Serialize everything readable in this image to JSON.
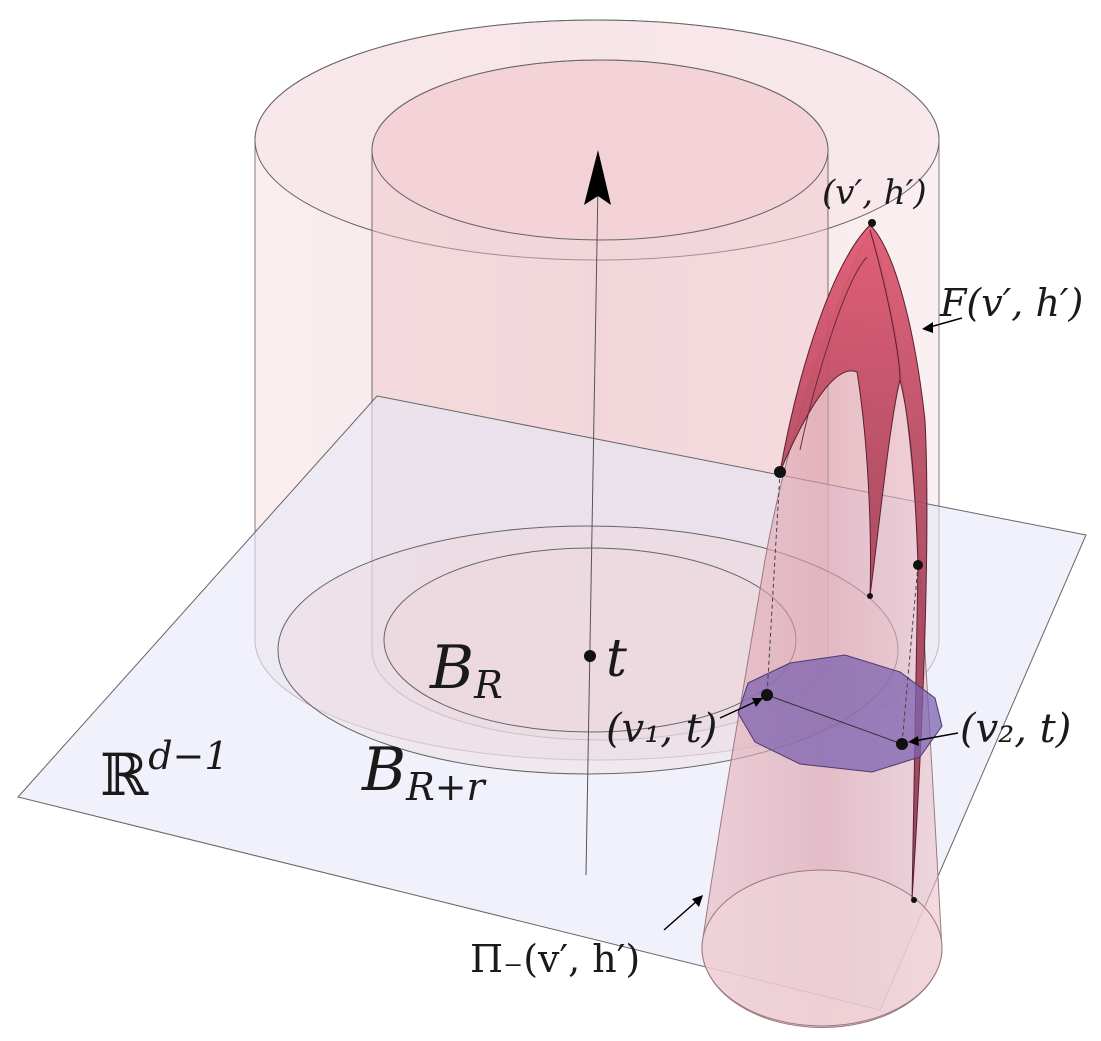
{
  "labels": {
    "top_point": "(v′, h′)",
    "surface": "F(v′, h′)",
    "center": "t",
    "ball_inner": "B",
    "ball_inner_sub": "R",
    "ball_outer": "B",
    "ball_outer_sub": "R+r",
    "space": "ℝ",
    "space_sup": "d−1",
    "point_v1": "(v₁, t)",
    "point_v2": "(v₂, t)",
    "projection": "Π₋(v′, h′)"
  },
  "colors": {
    "cylinder_fill": "#f2d6da",
    "plane_fill": "#eeeef8",
    "surface_fill": "#a8435a",
    "surface_light": "#d9637a",
    "polygon_fill": "#8a72b8",
    "stroke": "#555555",
    "dot": "#111111"
  }
}
